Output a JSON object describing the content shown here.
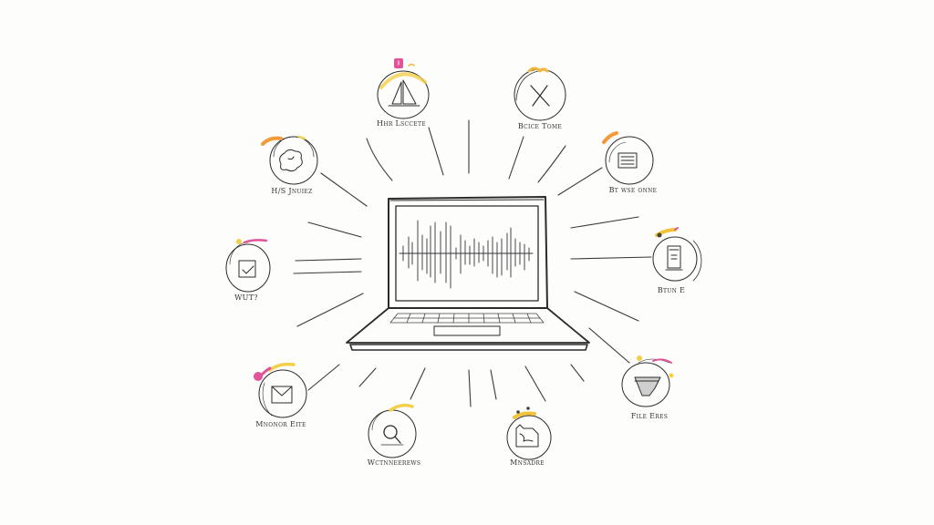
{
  "diagram": {
    "title": "",
    "center": {
      "name": "laptop",
      "screen_content": "audio-waveform"
    },
    "nodes": [
      {
        "id": "top-left",
        "icon": "sailboat-icon",
        "label": "Hhr Lsccete",
        "accent": [
          "#e0559a",
          "#f2d04a"
        ]
      },
      {
        "id": "top-right",
        "icon": "close-x-icon",
        "label": "Bcice Tome",
        "accent": [
          "#f0b840"
        ]
      },
      {
        "id": "upper-left",
        "icon": "brain-icon",
        "label": "H/S Jnuiez",
        "accent": [
          "#f39a3a",
          "#f2d04a"
        ]
      },
      {
        "id": "upper-right",
        "icon": "document-icon",
        "label": "Bt wse onne",
        "accent": [
          "#f39a3a"
        ]
      },
      {
        "id": "mid-left",
        "icon": "checkbox-icon",
        "label": "WUT?",
        "accent": [
          "#f2d04a",
          "#e0559a"
        ]
      },
      {
        "id": "mid-right",
        "icon": "server-icon",
        "label": "Btun E",
        "accent": [
          "#f2c43a",
          "#e0559a"
        ]
      },
      {
        "id": "lower-left",
        "icon": "envelope-icon",
        "label": "Mnonor Eite",
        "accent": [
          "#e0559a",
          "#f2d04a"
        ]
      },
      {
        "id": "lower-right",
        "icon": "drawer-icon",
        "label": "File Eres",
        "accent": [
          "#f2d04a",
          "#e0559a"
        ]
      },
      {
        "id": "bottom-left",
        "icon": "search-icon",
        "label": "Wctnneerews",
        "accent": [
          "#f2d04a"
        ]
      },
      {
        "id": "bottom-right",
        "icon": "crown-box-icon",
        "label": "Mnsadre",
        "accent": [
          "#f2c43a"
        ]
      }
    ]
  }
}
